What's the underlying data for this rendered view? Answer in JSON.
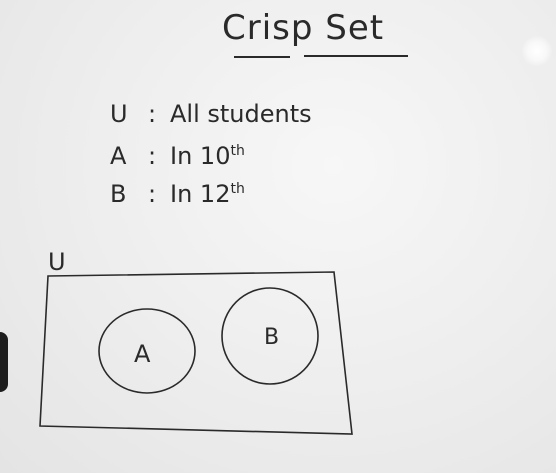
{
  "title": "Crisp Set",
  "definitions": [
    {
      "symbol": "U",
      "separator": ":",
      "text": "All students"
    },
    {
      "symbol": "A",
      "separator": ":",
      "text": "In 10",
      "sup": "th"
    },
    {
      "symbol": "B",
      "separator": ":",
      "text": "In 12",
      "sup": "th"
    }
  ],
  "diagram": {
    "universe_label": "U",
    "set_a_label": "A",
    "set_b_label": "B"
  },
  "colors": {
    "ink": "#2a2a2a",
    "board": "#eeeeee"
  }
}
